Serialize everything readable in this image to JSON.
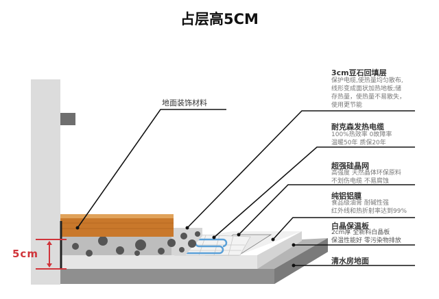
{
  "title": "占层高5CM",
  "dimension_label": "5cm",
  "watermark": "",
  "colors": {
    "dimension": "#d0343a",
    "wood": "#c9782b",
    "cable": "#5aa0d8"
  },
  "labels": [
    {
      "title": "地面装饰材料",
      "desc": []
    },
    {
      "title": "3cm豆石回填层",
      "desc": [
        "保护电缆,使热量均匀散布,",
        "线形变成面状加热地板;储",
        "存热量，使热量不易散失，",
        "使用更节能"
      ]
    },
    {
      "title": "耐克森发热电缆",
      "desc": [
        "100%热效率 0故障率",
        "温暖50年 质保20年"
      ]
    },
    {
      "title": "超强硅晶网",
      "desc": [
        "高强度 天然晶体环保原料",
        "不划伤电缆 不易腐蚀"
      ]
    },
    {
      "title": "纯铝铝膜",
      "desc": [
        "食品级油膏 耐碱性强",
        "红外线和热折射率达到99%"
      ]
    },
    {
      "title": "白晶保温板",
      "desc": [
        "2cm厚 全新料白晶板",
        "保温性能好 零污染物排放"
      ]
    },
    {
      "title": "清水房地面",
      "desc": []
    }
  ]
}
